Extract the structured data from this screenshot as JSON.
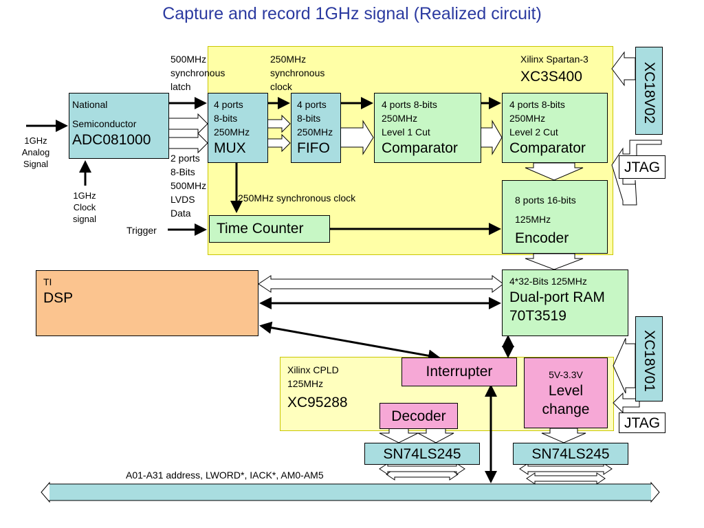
{
  "title": "Capture and record 1GHz signal (Realized circuit)",
  "regions": {
    "spartan": {
      "line1": "Xilinx Spartan-3",
      "line2": "XC3S400"
    },
    "cpld": {
      "line1": "Xilinx  CPLD",
      "line2": "125MHz",
      "line3": "XC95288"
    }
  },
  "adc": {
    "line1": "National",
    "line2": "Semiconductor",
    "line3": "ADC081000"
  },
  "mux": {
    "small": "4 ports\n8-bits\n250MHz",
    "big": "MUX"
  },
  "fifo": {
    "small": "4 ports\n8-bits\n250MHz",
    "big": "FIFO"
  },
  "comp1": {
    "small": "4 ports 8-bits\n250MHz\nLevel 1 Cut",
    "big": "Comparator"
  },
  "comp2": {
    "small": "4 ports 8-bits\n250MHz\nLevel 2 Cut",
    "big": "Comparator"
  },
  "encoder": {
    "small": "8 ports 16-bits\n125MHz",
    "big": "Encoder"
  },
  "time_counter": {
    "label": "Time Counter"
  },
  "ram": {
    "small": "4*32-Bits 125MHz",
    "big": "Dual-port RAM\n70T3519"
  },
  "dsp": {
    "small": "TI",
    "big": "DSP"
  },
  "interrupter": {
    "label": "Interrupter"
  },
  "level_change": {
    "small": "5V-3.3V",
    "big": "Level\nchange"
  },
  "decoder": {
    "label": "Decoder"
  },
  "buffers": {
    "left": "SN74LS245",
    "right": "SN74LS245"
  },
  "proms": {
    "top": "XC18V02",
    "bottom": "XC18V01"
  },
  "jtag": {
    "top": "JTAG",
    "bottom": "JTAG"
  },
  "labels": {
    "analog": "1GHz\nAnalog\nSignal",
    "clock": "1GHz\nClock\nsignal",
    "trigger": "Trigger",
    "latch": "500MHz\nsynchronous\nlatch",
    "sync_clock": "250MHz\nsynchronous\nclock",
    "lvds": "2 ports\n8-Bits\n500MHz\nLVDS\nData",
    "sync_clock_line": "250MHz synchronous clock",
    "bus": "A01-A31 address, LWORD*, IACK*, AM0-AM5"
  }
}
